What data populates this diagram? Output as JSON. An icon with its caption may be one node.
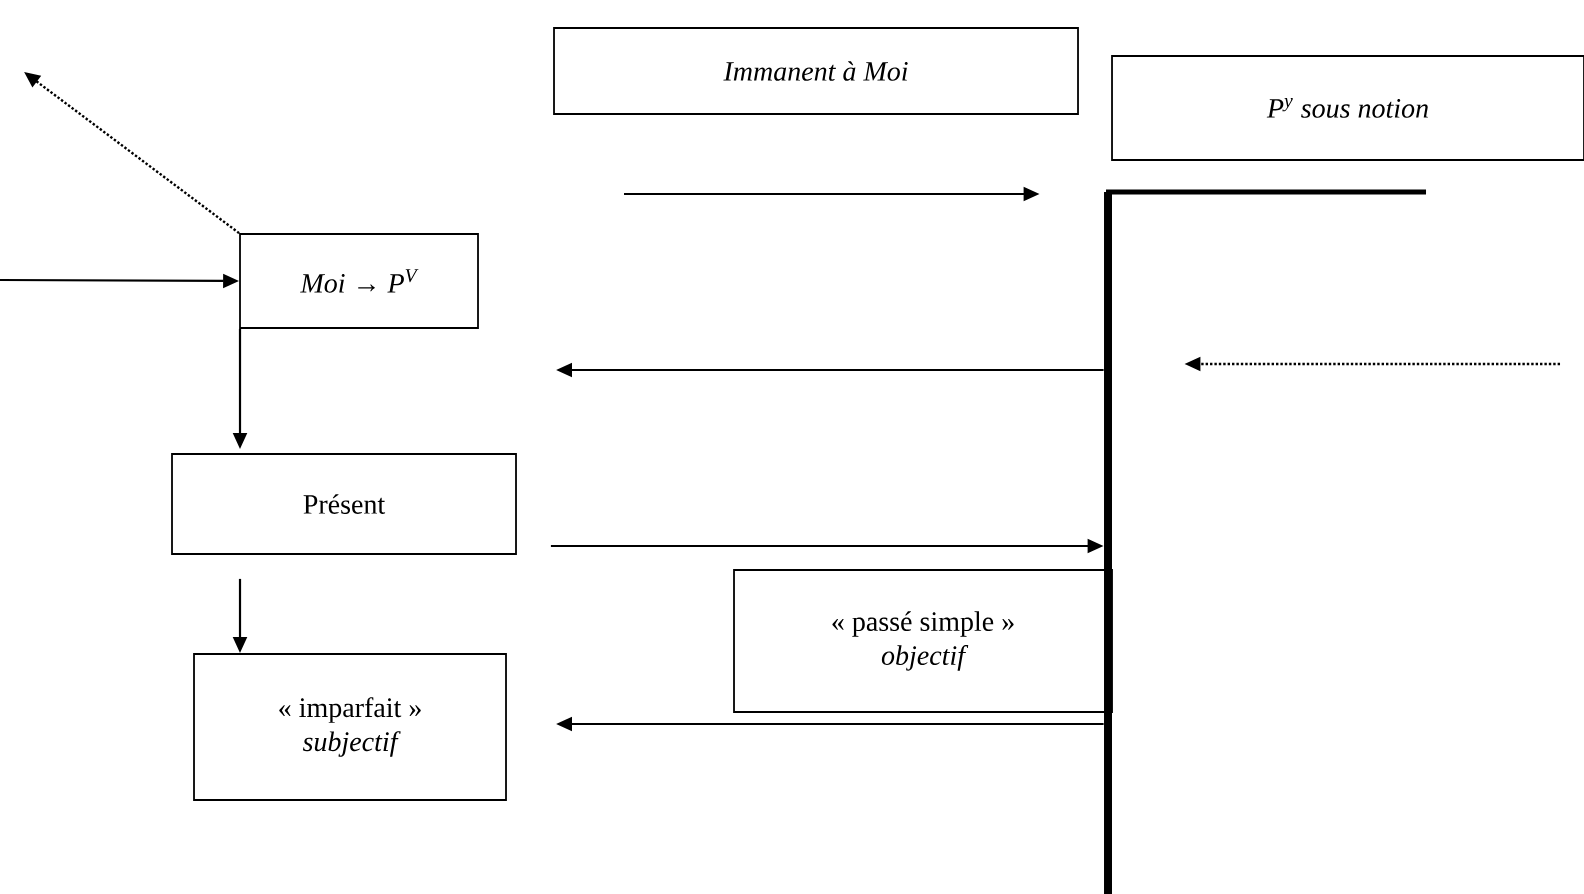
{
  "diagram": {
    "nodes": [
      {
        "text": [
          "Immanent à Moi"
        ]
      },
      {
        "text": [
          "P$^{y}$ sous notion"
        ]
      },
      {
        "text": [
          "Moi → P$^{V}$"
        ]
      },
      {
        "text": [
          "Présent"
        ]
      },
      {
        "text": [
          "« imparfait »",
          "subjectif"
        ]
      },
      {
        "text": [
          "« passé simple »",
          "objectif"
        ]
      },
      {
        "text": [],
        "shape": "bar"
      }
    ],
    "edges": [
      {
        "from": 2,
        "to": null,
        "arrow": "to",
        "style": "dashed"
      },
      {
        "from": null,
        "to": 2,
        "arrow": "to"
      },
      {
        "from": 2,
        "to": 3,
        "arrow": "to"
      },
      {
        "from": 3,
        "to": 4,
        "arrow": "to"
      },
      {
        "from": 3,
        "to": 6,
        "arrow": "to"
      },
      {
        "from": 6,
        "to": null,
        "arrow": "to"
      },
      {
        "from": 6,
        "to": null,
        "arrow": "to"
      },
      {
        "from": null,
        "to": 6,
        "arrow": "to",
        "style": "dashed"
      },
      {
        "from": null,
        "to": 6,
        "arrow": "to"
      }
    ]
  }
}
